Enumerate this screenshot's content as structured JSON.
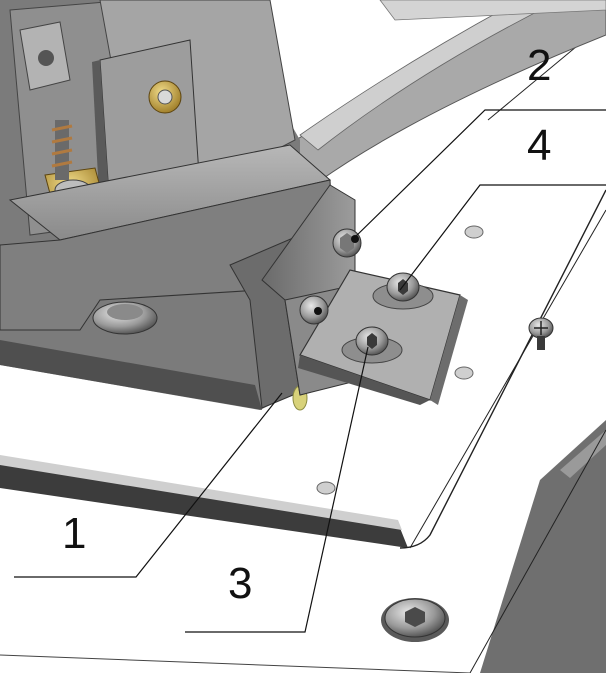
{
  "callouts": {
    "c1": "1",
    "c2": "2",
    "c3": "3",
    "c4": "4"
  },
  "colors": {
    "metal_dark": "#5a5a5a",
    "metal_mid": "#8c8c8c",
    "metal_light": "#b4b4b4",
    "plate": "#ffffff",
    "brass": "#c9a64a",
    "yellow_accent": "#d8d27a",
    "line": "#111111"
  }
}
